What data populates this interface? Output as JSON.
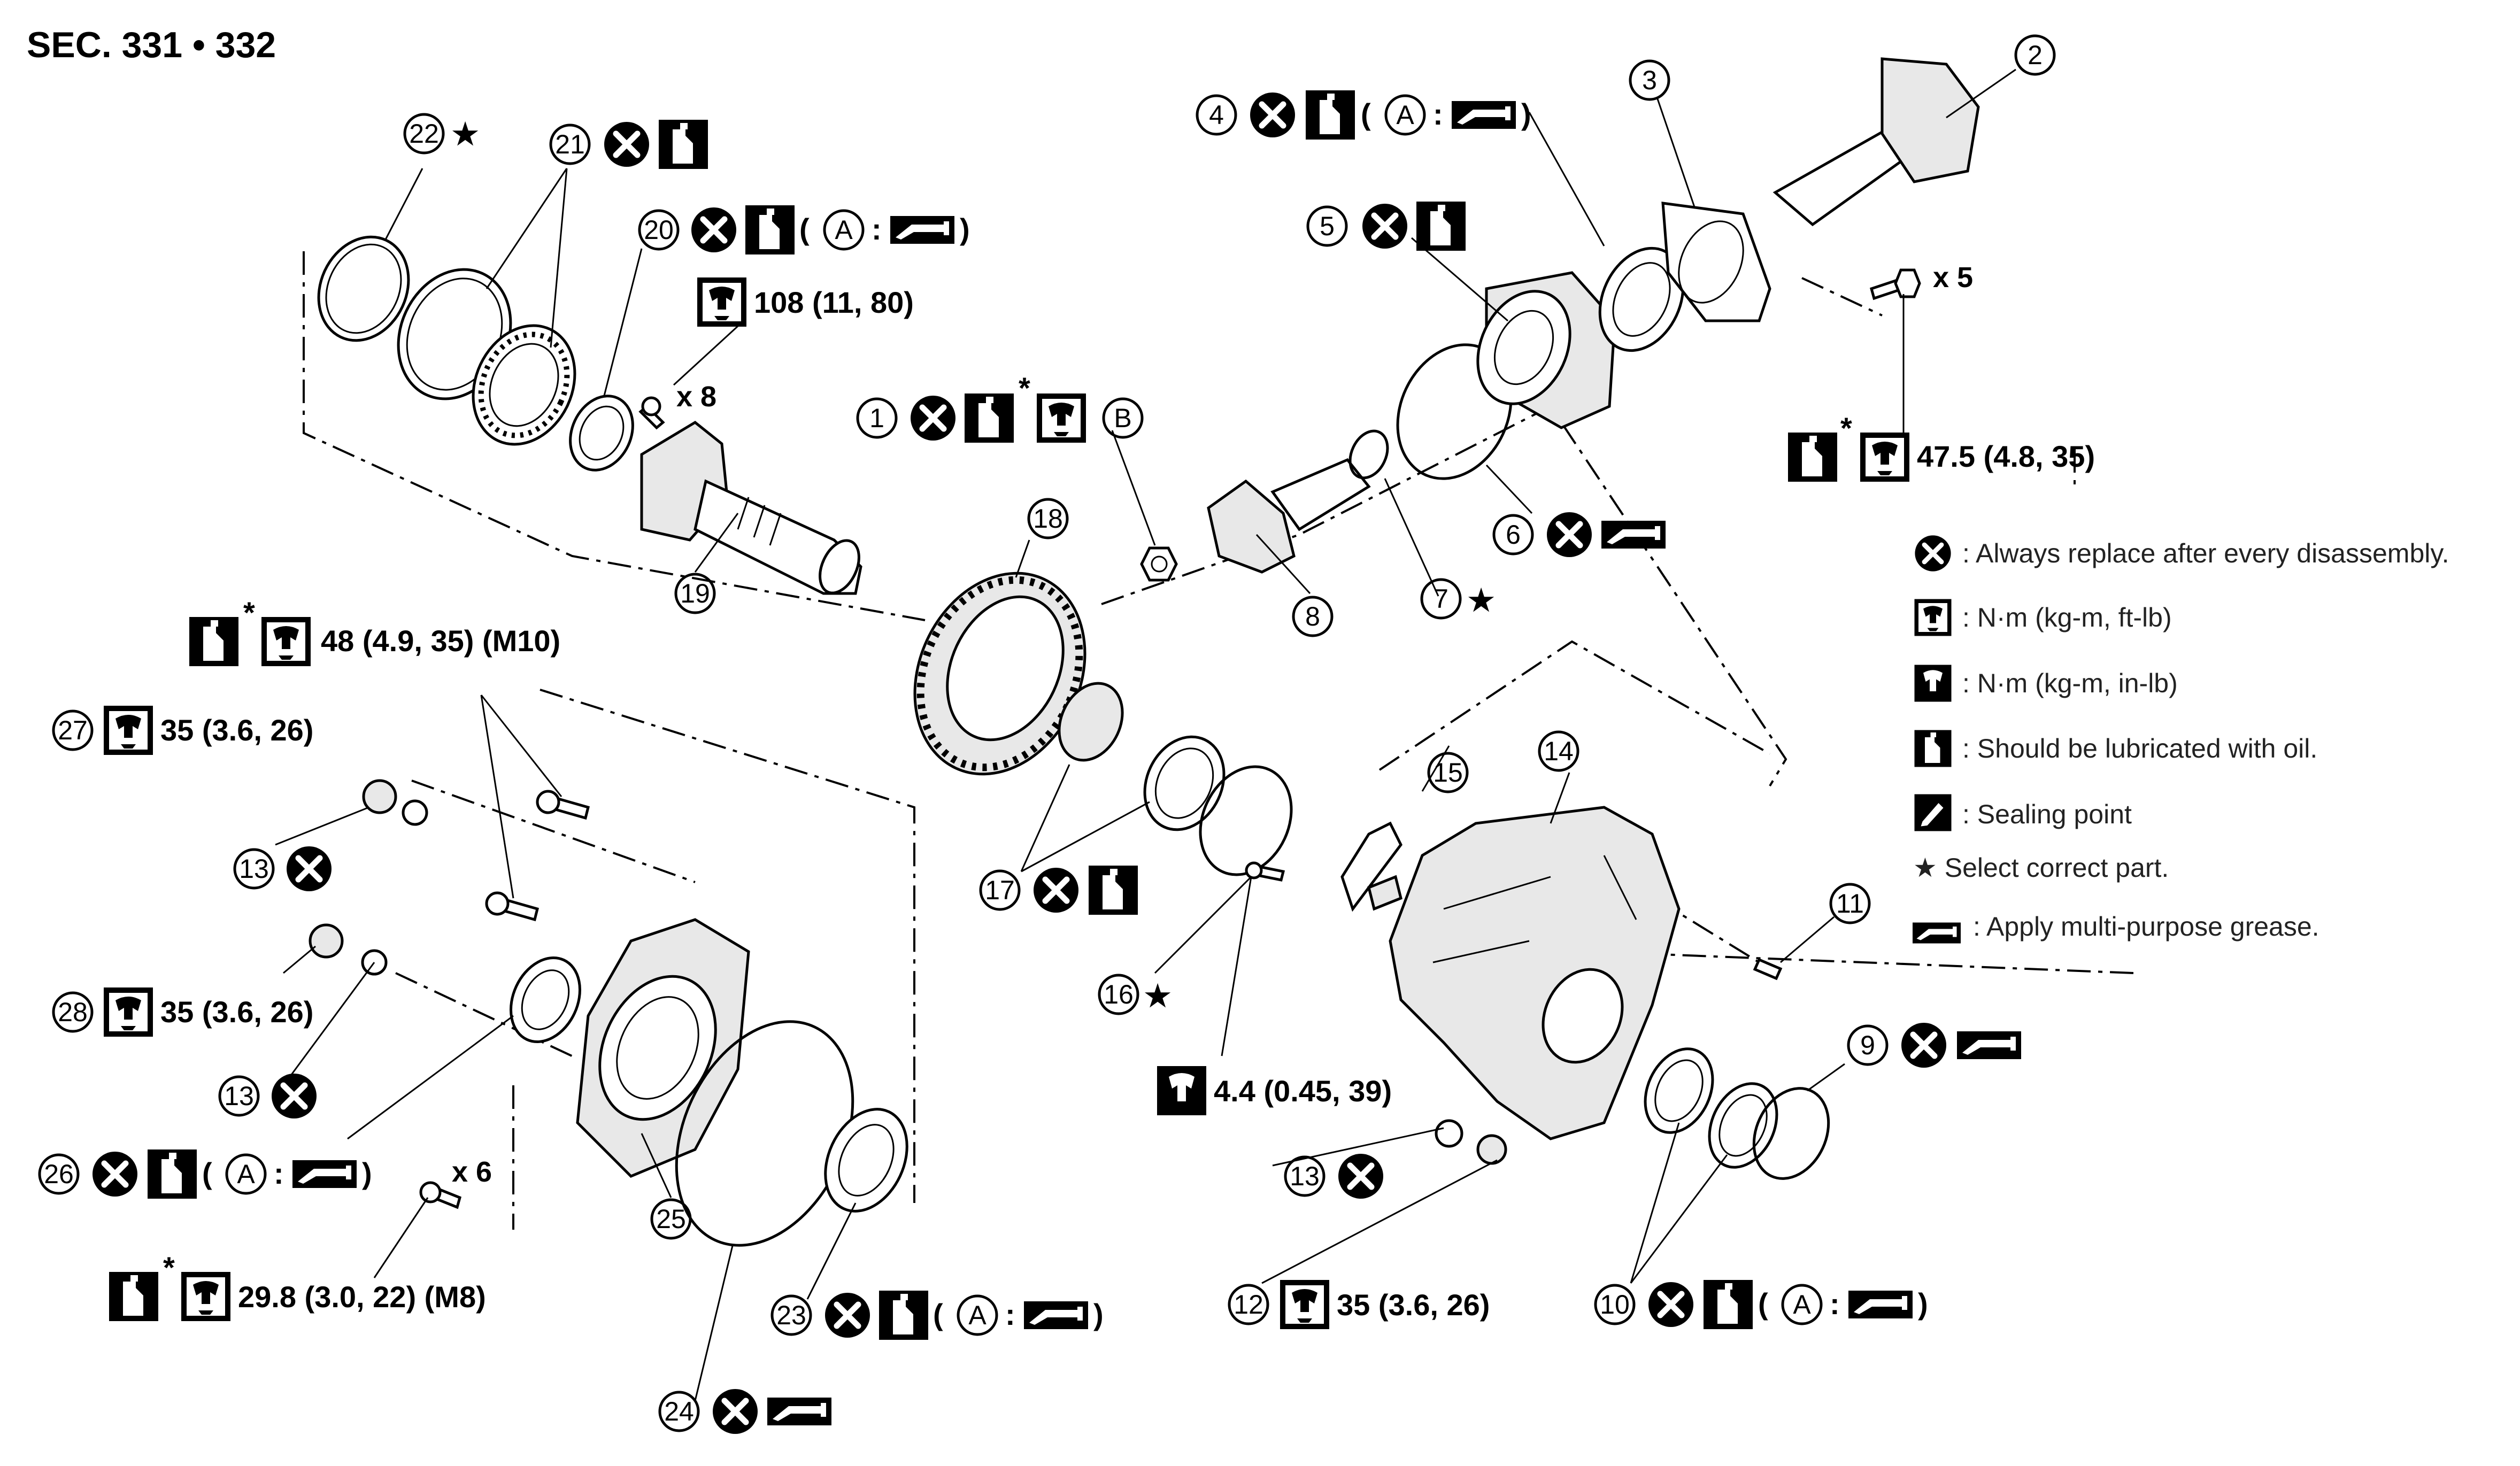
{
  "title": "SEC. 331 • 332",
  "colors": {
    "ink": "#000000",
    "legend_text": "#222222"
  },
  "callouts": {
    "c1": "1",
    "c2": "2",
    "c3": "3",
    "c4": "4",
    "c5": "5",
    "c6": "6",
    "c7": "7",
    "c8": "8",
    "c9": "9",
    "c10": "10",
    "c11": "11",
    "c12": "12",
    "c13": "13",
    "c14": "14",
    "c15": "15",
    "c16": "16",
    "c17": "17",
    "c18": "18",
    "c19": "19",
    "c20": "20",
    "c21": "21",
    "c22": "22",
    "c23": "23",
    "c24": "24",
    "c25": "25",
    "c26": "26",
    "c27": "27",
    "c28": "28",
    "cA": "A",
    "cB": "B"
  },
  "torques": {
    "t108": "108 (11, 80)",
    "t47": "47.5 (4.8, 35)",
    "t48": "48 (4.9, 35) (M10)",
    "t35": "35 (3.6, 26)",
    "t298": "29.8 (3.0, 22) (M8)",
    "t44": "4.4 (0.45, 39)"
  },
  "quantities": {
    "x8": "x 8",
    "x5": "x 5",
    "x6": "x 6"
  },
  "symbols": {
    "star": "★",
    "asterisk": "*",
    "open_paren": "(",
    "close_paren": ")",
    "colon": ":"
  },
  "legend": [
    {
      "icon": "replace-icon",
      "text": ": Always replace after every disassembly."
    },
    {
      "icon": "torque-ftlb-icon",
      "text": ": N·m (kg-m, ft-lb)"
    },
    {
      "icon": "torque-inlb-icon",
      "text": ": N·m (kg-m, in-lb)"
    },
    {
      "icon": "oil-icon",
      "text": ": Should be lubricated with oil."
    },
    {
      "icon": "sealing-icon",
      "text": ": Sealing point"
    },
    {
      "icon": "star-icon",
      "text": "★ Select correct part."
    },
    {
      "icon": "grease-icon",
      "text": ": Apply multi-purpose grease."
    }
  ]
}
